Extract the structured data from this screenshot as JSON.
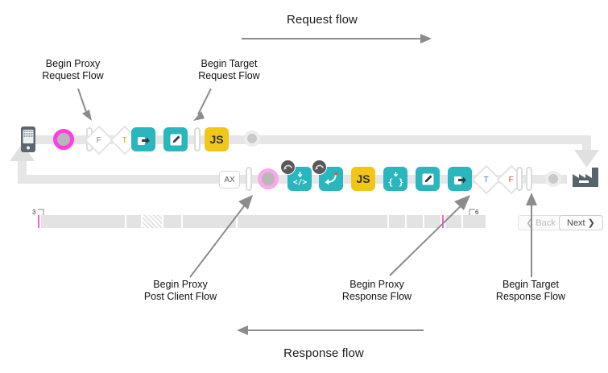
{
  "diagram": {
    "request_flow_label": "Request flow",
    "response_flow_label": "Response flow",
    "callouts": {
      "begin_proxy_request": "Begin Proxy\nRequest Flow",
      "begin_target_request": "Begin Target\nRequest Flow",
      "begin_proxy_post_client": "Begin Proxy\nPost Client Flow",
      "begin_proxy_response": "Begin Proxy\nResponse Flow",
      "begin_target_response": "Begin Target\nResponse Flow"
    },
    "colors": {
      "teal": "#29b6bd",
      "yellow": "#f2c617",
      "pink": "#ff40e0",
      "pink_soft": "#f9a8e8",
      "rail": "#e6e6e6",
      "badge": "#58595b",
      "arrow": "#8c8c8c",
      "factory": "#56646b"
    },
    "request_row": [
      {
        "name": "client-device",
        "type": "device-icon",
        "label": ""
      },
      {
        "name": "request-start-endpoint",
        "type": "ring",
        "label": ""
      },
      {
        "name": "flow-separator-1",
        "type": "pipe",
        "label": ""
      },
      {
        "name": "condition-false-1",
        "type": "diamond",
        "label": "F"
      },
      {
        "name": "condition-true-1",
        "type": "diamond",
        "label": "T"
      },
      {
        "name": "service-callout-policy-1",
        "type": "teal",
        "label": "share-arrow-icon"
      },
      {
        "name": "assign-message-policy-1",
        "type": "teal",
        "label": "pencil-icon"
      },
      {
        "name": "flow-separator-2",
        "type": "pipe",
        "label": ""
      },
      {
        "name": "javascript-policy-1",
        "type": "yellow",
        "label": "JS"
      },
      {
        "name": "target-endpoint-dot",
        "type": "dot",
        "label": ""
      }
    ],
    "response_row": [
      {
        "name": "analytics-policy",
        "type": "axbox",
        "label": "AX"
      },
      {
        "name": "flow-separator-3",
        "type": "pipe",
        "label": ""
      },
      {
        "name": "post-client-endpoint",
        "type": "ring-soft",
        "label": ""
      },
      {
        "name": "extract-variables-policy",
        "type": "teal",
        "label": "code-icon",
        "badge": "curved-arrow-icon"
      },
      {
        "name": "raise-fault-policy",
        "type": "teal",
        "label": "return-arrow-icon",
        "badge": "curved-arrow-icon"
      },
      {
        "name": "javascript-policy-2",
        "type": "yellow",
        "label": "JS"
      },
      {
        "name": "json-policy",
        "type": "teal",
        "label": "braces-icon"
      },
      {
        "name": "assign-message-policy-2",
        "type": "teal",
        "label": "pencil-icon"
      },
      {
        "name": "service-callout-policy-2",
        "type": "teal",
        "label": "share-arrow-icon"
      },
      {
        "name": "condition-true-2",
        "type": "diamond",
        "label": "T"
      },
      {
        "name": "condition-false-2",
        "type": "diamond",
        "label": "F"
      },
      {
        "name": "flow-separator-4",
        "type": "pipe",
        "label": ""
      },
      {
        "name": "flow-separator-5",
        "type": "pipe",
        "label": ""
      },
      {
        "name": "response-dot",
        "type": "dot",
        "label": ""
      },
      {
        "name": "backend-target-server",
        "type": "factory-icon",
        "label": ""
      }
    ],
    "timeline": {
      "left_tick_label": "3",
      "right_tick_label": "6",
      "segments": [
        {
          "width": 104,
          "style": "solid"
        },
        {
          "width": 18,
          "style": "solid"
        },
        {
          "width": 24,
          "style": "hatch"
        },
        {
          "width": 22,
          "style": "solid"
        },
        {
          "width": 66,
          "style": "solid"
        },
        {
          "width": 186,
          "style": "solid"
        },
        {
          "width": 20,
          "style": "solid"
        },
        {
          "width": 20,
          "style": "solid"
        },
        {
          "width": 20,
          "style": "solid"
        },
        {
          "width": 20,
          "style": "solid"
        },
        {
          "width": 28,
          "style": "solid"
        }
      ]
    },
    "pager": {
      "back_label": "❮ Back",
      "next_label": "Next ❯",
      "back_disabled": true
    }
  }
}
